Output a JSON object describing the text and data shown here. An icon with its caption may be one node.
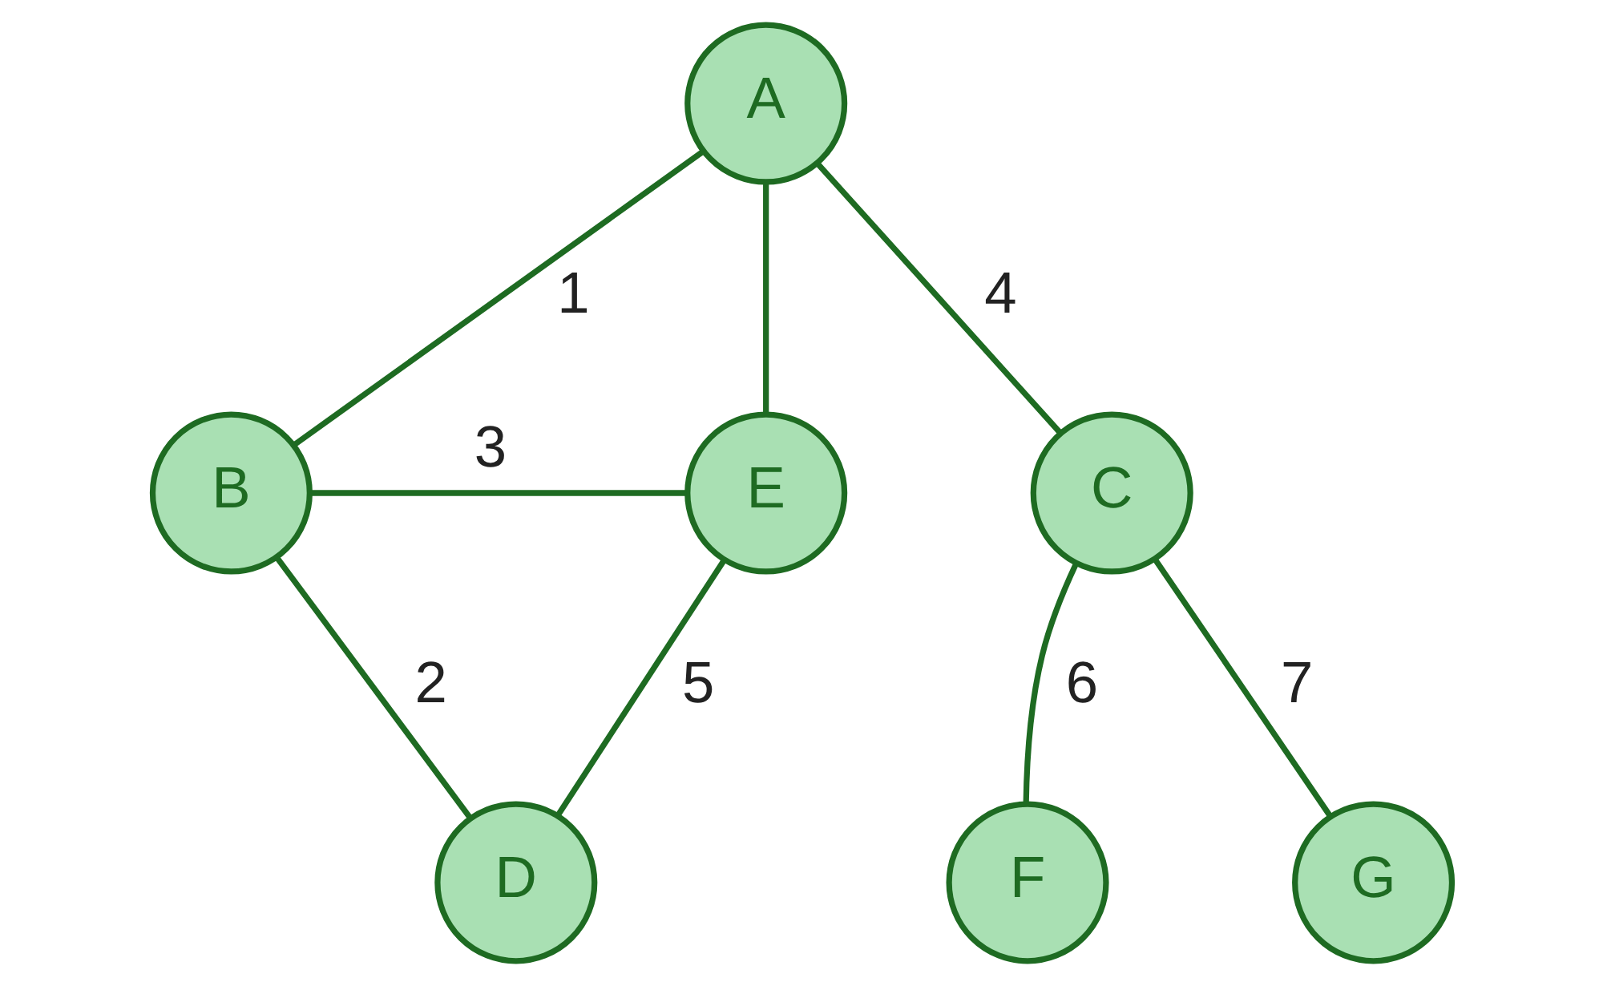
{
  "diagram": {
    "nodes": [
      {
        "text": [
          "A"
        ]
      },
      {
        "text": [
          "B"
        ]
      },
      {
        "text": [
          "E"
        ]
      },
      {
        "text": [
          "C"
        ]
      },
      {
        "text": [
          "D"
        ]
      },
      {
        "text": [
          "F"
        ]
      },
      {
        "text": [
          "G"
        ]
      }
    ],
    "edges": [
      {
        "from": 0,
        "to": 1,
        "arrow": "none",
        "label": "1"
      },
      {
        "from": 0,
        "to": 2,
        "arrow": "none"
      },
      {
        "from": 0,
        "to": 3,
        "arrow": "none",
        "label": "4"
      },
      {
        "from": 1,
        "to": 2,
        "arrow": "none",
        "label": "3"
      },
      {
        "from": 1,
        "to": 4,
        "arrow": "none",
        "label": "2"
      },
      {
        "from": 4,
        "to": 2,
        "arrow": "none",
        "label": "5"
      },
      {
        "from": 3,
        "to": 5,
        "arrow": "none",
        "label": "6"
      },
      {
        "from": 3,
        "to": 6,
        "arrow": "none",
        "label": "7"
      }
    ]
  }
}
